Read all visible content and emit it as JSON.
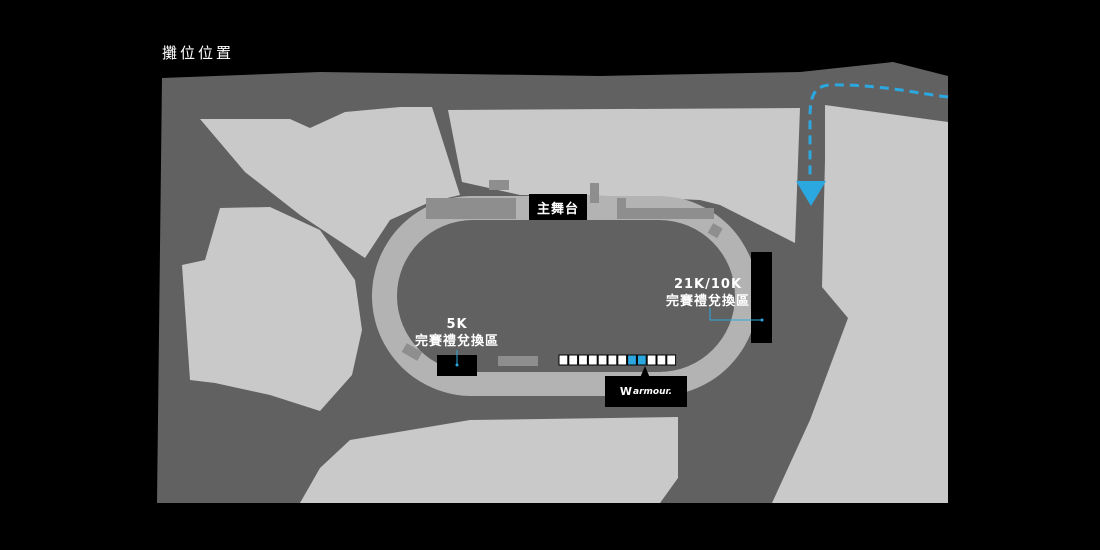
{
  "page_title": "攤位位置",
  "labels": {
    "main_stage": "主舞台",
    "zone_5k_line1": "5K",
    "zone_5k_line2": "完賽禮兌換區",
    "zone_21k_line1": "21K/10K",
    "zone_21k_line2": "完賽禮兌換區",
    "sponsor": "armour.",
    "sponsor_icon": "armour-logo-icon"
  },
  "booths": {
    "total": 12,
    "highlighted": [
      8,
      9
    ]
  },
  "colors": {
    "background": "#000000",
    "ground": "#616161",
    "building": "#c9c9c9",
    "track": "#b3b3b3",
    "field": "#616161",
    "accent": "#2ca8e0",
    "booth": "#ffffff"
  },
  "icons": {
    "entry_arrow": "triangle-down-icon",
    "route_line": "dashed-path-icon"
  }
}
